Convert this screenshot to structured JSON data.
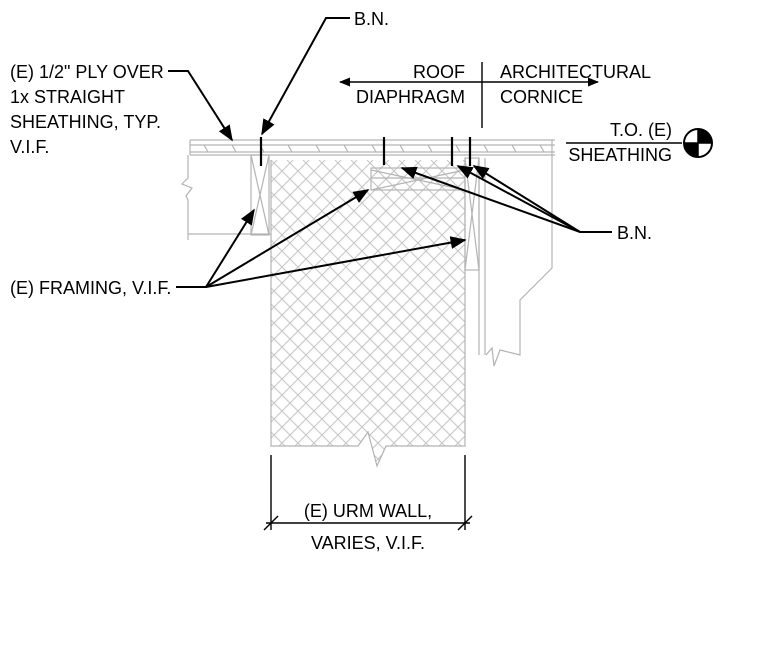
{
  "labels": {
    "bn_top": "B.N.",
    "ply_1": "(E) 1/2\" PLY OVER",
    "ply_2": "1x STRAIGHT",
    "ply_3": "SHEATHING, TYP.",
    "ply_4": "V.I.F.",
    "roof_1": "ROOF",
    "roof_2": "DIAPHRAGM",
    "cornice_1": "ARCHITECTURAL",
    "cornice_2": "CORNICE",
    "to_1": "T.O. (E)",
    "to_2": "SHEATHING",
    "bn_right": "B.N.",
    "framing": "(E) FRAMING, V.I.F.",
    "wall_1": "(E) URM WALL,",
    "wall_2": "VARIES, V.I.F."
  },
  "icons": {
    "elevation_marker": "elevation-target-icon"
  }
}
